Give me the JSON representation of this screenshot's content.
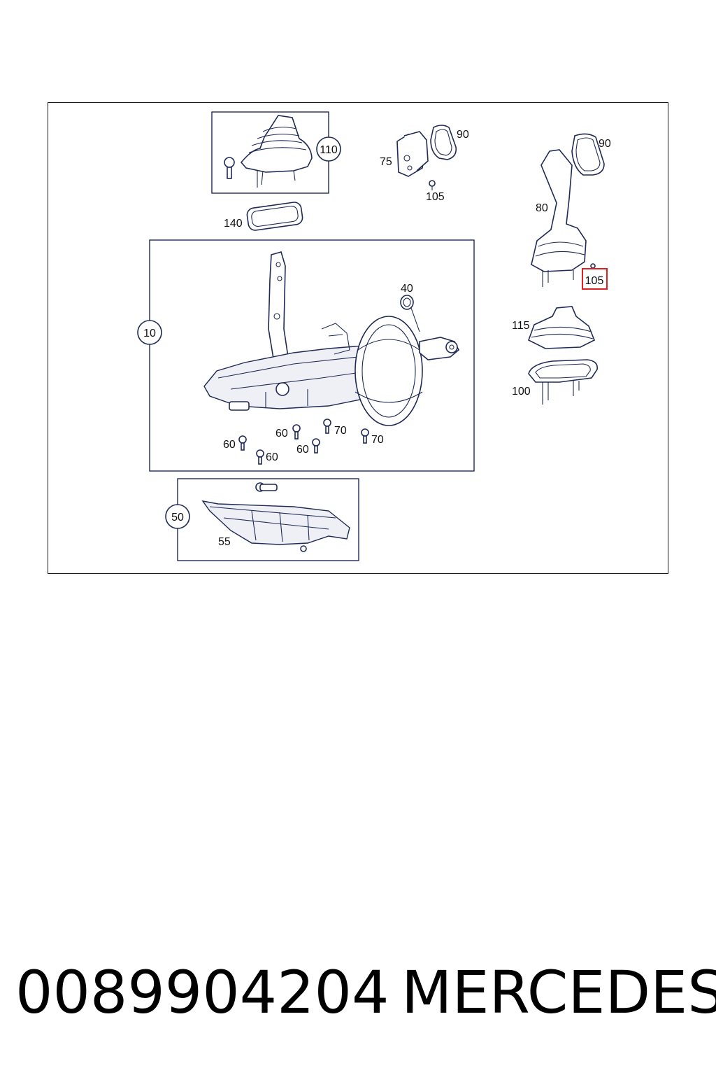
{
  "diagram": {
    "labels": {
      "l110": "110",
      "l140": "140",
      "l75": "75",
      "l90a": "90",
      "l105a": "105",
      "l90b": "90",
      "l80": "80",
      "l105b": "105",
      "l40": "40",
      "l10": "10",
      "l115": "115",
      "l100": "100",
      "l60a": "60",
      "l70a": "70",
      "l70b": "70",
      "l60b": "60",
      "l60c": "60",
      "l60d": "60",
      "l50": "50",
      "l55": "55"
    },
    "highlight_color": "#e02020"
  },
  "footer": {
    "part_number": "0089904204",
    "brand": "MERCEDES"
  }
}
